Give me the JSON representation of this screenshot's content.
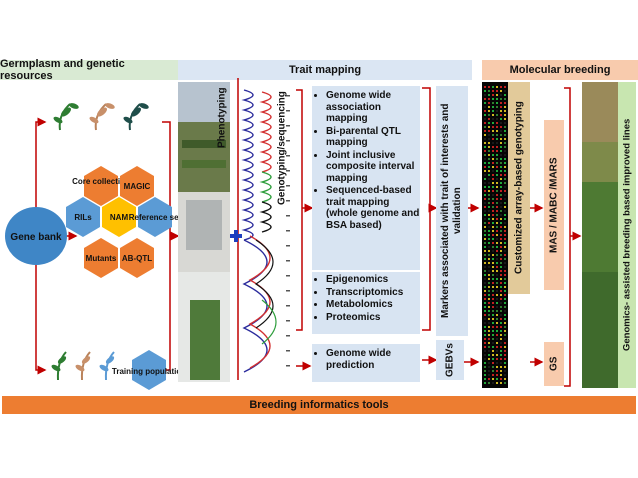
{
  "headers": {
    "germplasm": "Germplasm and genetic resources",
    "trait_mapping": "Trait mapping",
    "molecular_breeding": "Molecular breeding"
  },
  "colors": {
    "green_header": "#d9ead3",
    "blue_header": "#dbe6f3",
    "orange_header": "#f8cbad",
    "bottom_bar": "#ed7d31",
    "arrow": "#c00000",
    "gene_bank": "#3f86c6",
    "hex_orange": "#ed7d31",
    "hex_blue": "#5b9bd5",
    "hex_yellow": "#ffc000"
  },
  "gene_bank": {
    "label": "Gene bank"
  },
  "hexagons": {
    "core_collection": "Core collection",
    "magic": "MAGIC",
    "rils": "RILs",
    "nam": "NAM",
    "reference_set": "Reference set",
    "mutants": "Mutants",
    "ab_qtl": "AB-QTL"
  },
  "training_population": "Training population",
  "phenotyping": "Phenotyping",
  "genotyping": "Genotyping/sequencing",
  "mapping_methods": [
    "Genome wide association mapping",
    "Bi-parental QTL mapping",
    "Joint inclusive composite interval mapping",
    "Sequenced-based trait mapping (whole genome and BSA based)"
  ],
  "omics": [
    "Epigenomics",
    "Transcriptomics",
    "Metabolomics",
    "Proteomics"
  ],
  "genome_wide_prediction": "Genome wide prediction",
  "markers_validation": "Markers associated with trait of interests and validation",
  "gebvs": "GEBVs",
  "array_genotyping": "Customized array-based genotyping",
  "mas": "MAS / MABC /MARS",
  "gs": "GS",
  "improved_lines": "Genomics- assisted breeding based improved lines",
  "breeding_informatics": "Breeding informatics tools"
}
